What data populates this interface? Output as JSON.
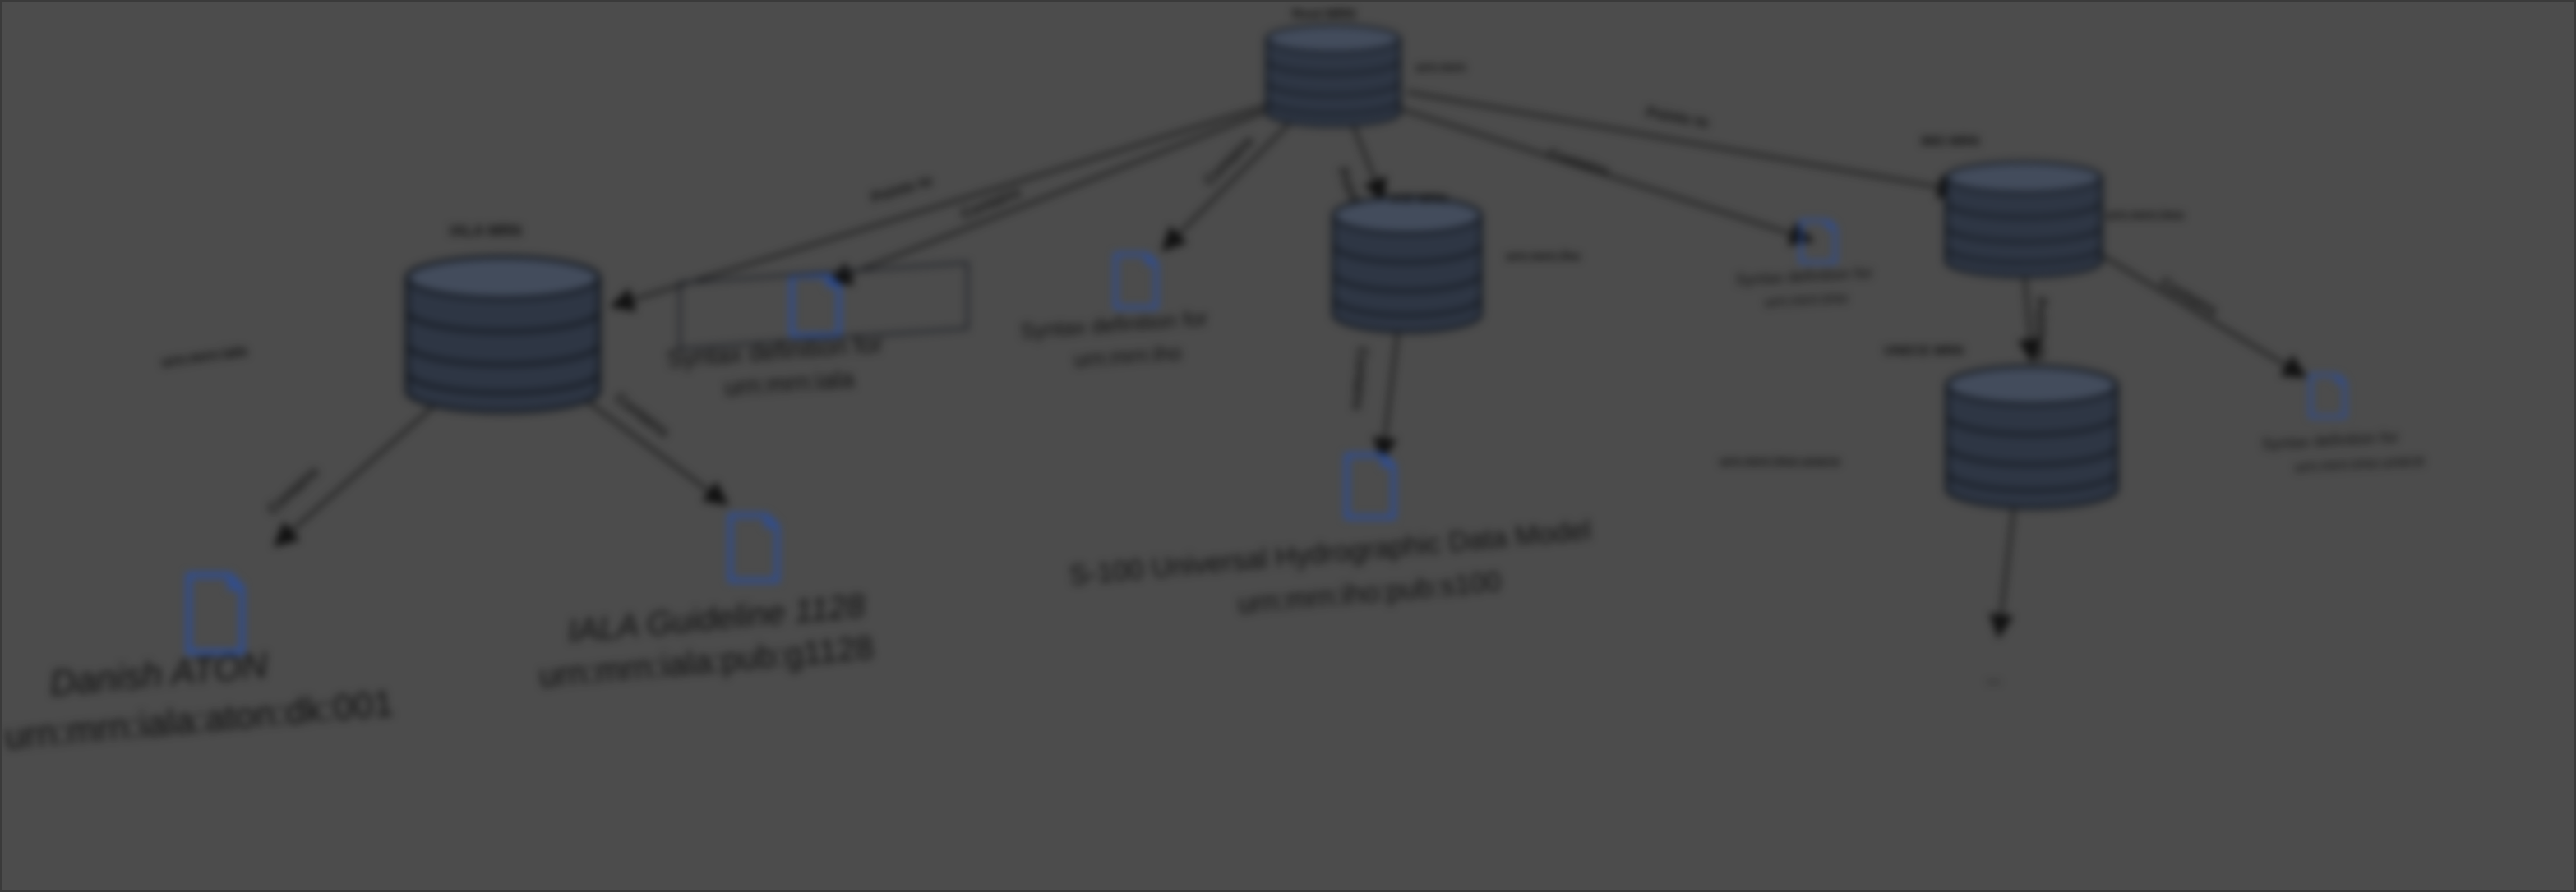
{
  "diagram": {
    "root": {
      "title": "Root MRN",
      "id": "urn:mrn"
    },
    "iala": {
      "title": "IALA MRN",
      "id": "urn:mrn:iala"
    },
    "iho": {
      "title": "IHO MRN",
      "id": "urn:mrn:iho"
    },
    "imo": {
      "title": "IMO MRN",
      "id": "urn:mrn:imo"
    },
    "unece": {
      "title": "UNECE MRN",
      "id": "urn:mrn:imo:unece",
      "continuation": "..."
    },
    "docs": {
      "syntax_iala": {
        "line1": "Syntax definition for",
        "line2": "urn:mrn:iala"
      },
      "syntax_iho": {
        "line1": "Syntax definition for",
        "line2": "urn:mrn:iho"
      },
      "syntax_imo": {
        "line1": "Syntax definition for",
        "line2": "urn:mrn:imo"
      },
      "syntax_unece": {
        "line1": "Syntax definition for",
        "line2": "urn:mrn:imo:unece"
      },
      "danish_aton": {
        "line1": "Danish ATON",
        "line2": "urn:mrn:iala:aton:dk:001"
      },
      "iala_g1128": {
        "line1": "IALA Guideline 1128",
        "line2": "urn:mrn:iala:pub:g1128"
      },
      "s100": {
        "line1": "S-100 Universal Hydrographic Data Model",
        "line2": "urn:mrn:iho:pub:s100"
      }
    },
    "edges": {
      "points_to": "Points to",
      "contains": "Contains"
    }
  },
  "colors": {
    "background": "#4c4c4c",
    "db_fill": "#2f3a4a",
    "doc_stroke": "#2c4e9a",
    "line": "#111111"
  },
  "icons": [
    "database-icon",
    "document-icon",
    "arrow-icon"
  ]
}
